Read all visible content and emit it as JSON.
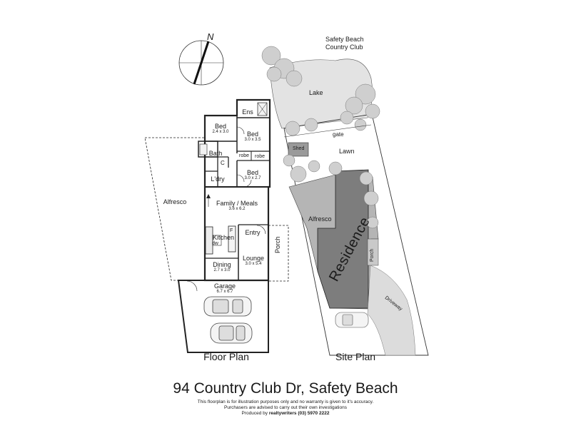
{
  "floor_plan": {
    "caption": "Floor  Plan",
    "rooms": {
      "ens": "Ens",
      "bed1": "Bed",
      "bed1_dim": "2.4 x 3.0",
      "bed2": "Bed",
      "bed2_dim": "3.0 x 3.5",
      "bath": "Bath",
      "robe1": "robe",
      "robe2": "robe",
      "c": "C",
      "bed3": "Bed",
      "bed3_dim": "3.0 x 2.7",
      "ldry": "L'dry",
      "alfresco": "Alfresco",
      "family": "Family / Meals",
      "family_dim": "3.6 x 6.2",
      "kitchen": "Kitchen",
      "dw": "dw",
      "f": "F",
      "entry": "Entry",
      "porch": "Porch",
      "lounge": "Lounge",
      "lounge_dim": "3.0 x 5.4",
      "dining": "Dining",
      "dining_dim": "2.7 x 3.0",
      "garage": "Garage",
      "garage_dim": "6.7 x 6.7"
    },
    "compass_label": "N"
  },
  "site_plan": {
    "caption": "Site Plan",
    "labels": {
      "club": "Safety Beach\nCountry Club",
      "lake": "Lake",
      "gate": "gate",
      "shed": "Shed",
      "lawn": "Lawn",
      "alfresco": "Alfresco",
      "residence": "Residence",
      "porch": "Porch",
      "driveway": "Driveway"
    }
  },
  "title": "94 Country Club Dr, Safety Beach",
  "disclaimer": {
    "line1": "This floorplan is for illustration purposes only and no warranty is given to it's accuracy.",
    "line2": "Purchasers are advised to carry out their own investigations",
    "line3_prefix": "Produced by",
    "line3_brand": "realtywriters",
    "line3_phone": "(03) 5970 2222"
  },
  "colors": {
    "residence": "#7d7d7d",
    "surround": "#b5b5b5",
    "lake": "#e3e3e3",
    "trees": "#cfcfcf",
    "driveway": "#dcdcdc"
  }
}
